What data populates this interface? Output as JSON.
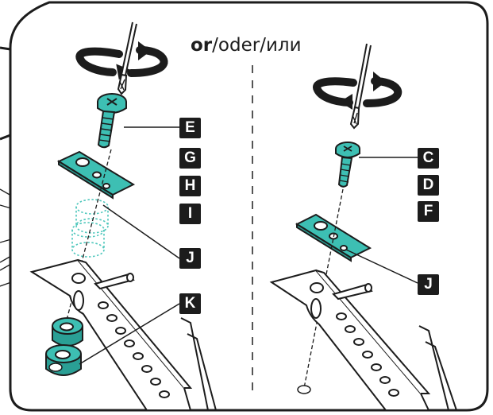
{
  "heading": {
    "or_en": "or",
    "sep1": "/",
    "or_de": "oder",
    "sep2": "/",
    "or_ru": "или"
  },
  "left_panel": {
    "labels": [
      "E",
      "G",
      "H",
      "I",
      "J",
      "K"
    ]
  },
  "right_panel": {
    "labels": [
      "C",
      "D",
      "F",
      "J"
    ]
  },
  "colors": {
    "accent": "#3dbfb3",
    "ink": "#1c1c1c",
    "background": "#ffffff"
  },
  "icons": [
    "rotate-arrow-icon",
    "screwdriver-icon"
  ]
}
